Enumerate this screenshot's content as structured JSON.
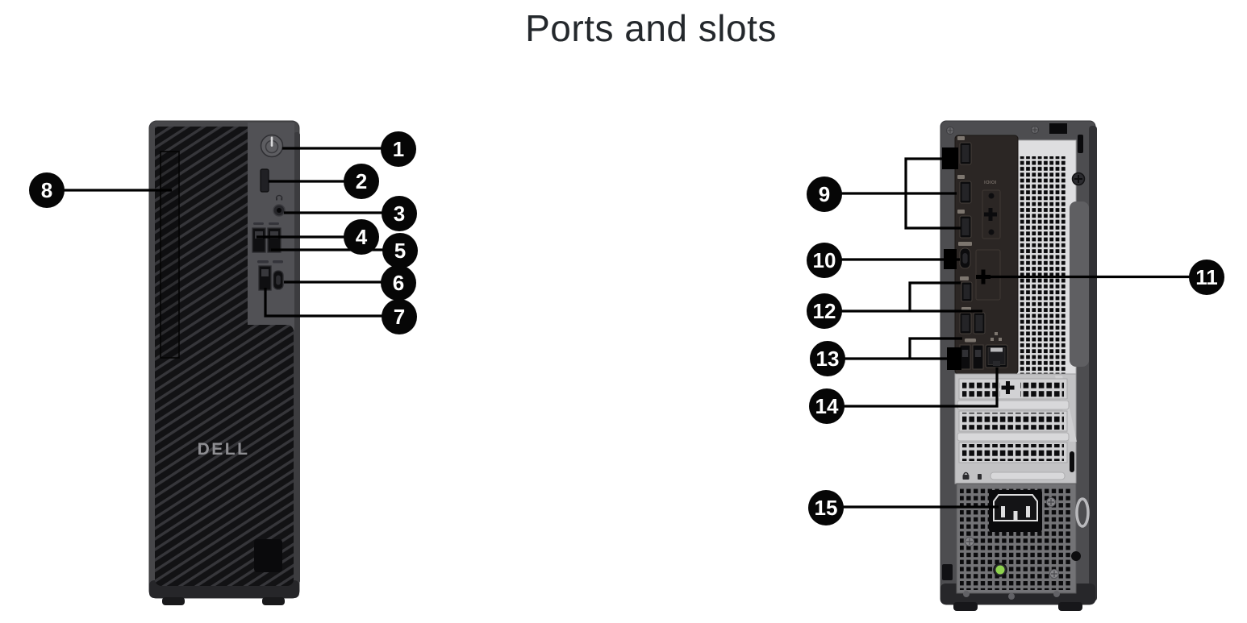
{
  "title": "Ports and slots",
  "front_view": {
    "brand_logo": "DELL"
  },
  "rear_view": {
    "serial_port_label": "IOIOI"
  },
  "colors": {
    "callout_bg": "#060606",
    "callout_text": "#ffffff",
    "led_green": "#8ed24e",
    "chassis_gray": "#4d4d50"
  },
  "callouts": [
    {
      "number": "1",
      "target": "power-button"
    },
    {
      "number": "2",
      "target": "sd-card-slot"
    },
    {
      "number": "3",
      "target": "headset-jack"
    },
    {
      "number": "4",
      "target": "usb-a-port"
    },
    {
      "number": "5",
      "target": "usb-a-port"
    },
    {
      "number": "6",
      "target": "usb-c-port"
    },
    {
      "number": "7",
      "target": "usb-a-port"
    },
    {
      "number": "8",
      "target": "drive-bay"
    },
    {
      "number": "9",
      "target": "displayport-group"
    },
    {
      "number": "10",
      "target": "usb-c-port"
    },
    {
      "number": "11",
      "target": "optional-port-knockout"
    },
    {
      "number": "12",
      "target": "displayport-usb-group"
    },
    {
      "number": "13",
      "target": "usb-port-group"
    },
    {
      "number": "14",
      "target": "ethernet-port"
    },
    {
      "number": "15",
      "target": "power-connector"
    }
  ]
}
